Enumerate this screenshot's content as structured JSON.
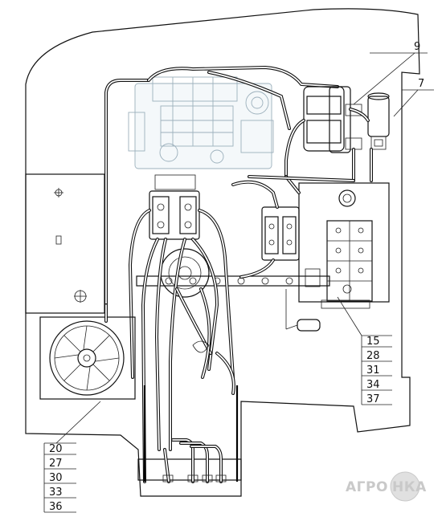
{
  "callouts": {
    "top_right_1": "9",
    "top_right_2": "7",
    "right_stack": [
      "15",
      "28",
      "31",
      "34",
      "37"
    ],
    "left_stack": [
      "20",
      "27",
      "30",
      "33",
      "36"
    ]
  },
  "watermark": {
    "left": "АГРО",
    "right": "НКА"
  }
}
